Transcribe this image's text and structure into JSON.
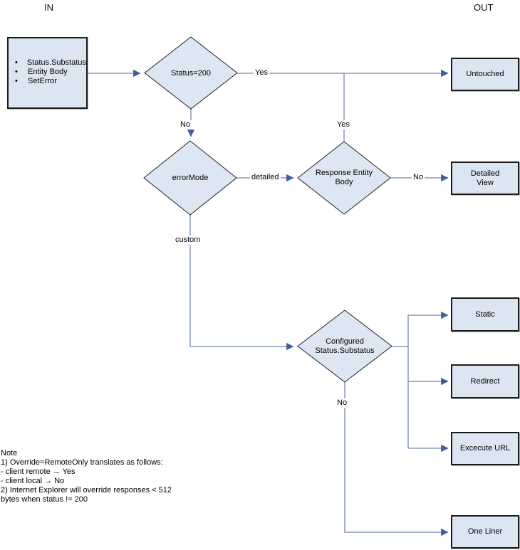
{
  "lanes": {
    "in": "IN",
    "out": "OUT"
  },
  "colors": {
    "node_fill": "#dde7f3",
    "node_border": "#1f1f1f",
    "line": "#7288ae",
    "arrowhead": "#3f5f9b",
    "background": "#ffffff"
  },
  "input_node": {
    "bullet": "•",
    "bullets": [
      "Status.Substatus",
      "Entity Body",
      "SetError"
    ]
  },
  "decisions": {
    "status200": "Status=200",
    "error_mode": "errorMode",
    "response_entity_body": "Response Entity\nBody",
    "configured_status_substatus": "Configured\nStatus.Substatus"
  },
  "outputs": {
    "untouched": "Untouched",
    "detailed_view": "Detailed\nView",
    "static": "Static",
    "redirect": "Redirect",
    "execute_url": "Excecute URL",
    "one_liner": "One Liner"
  },
  "edge_labels": {
    "status200_yes": "Yes",
    "status200_no": "No",
    "reb_yes": "Yes",
    "error_mode_detailed": "detailed",
    "reb_no": "No",
    "error_mode_custom": "custom",
    "configured_no": "No"
  },
  "note": {
    "text": "Note\n1) Override=RemoteOnly translates as follows:\n- client remote → Yes\n- client local → No\n2) Internet Explorer will override responses < 512\nbytes when status != 200"
  }
}
